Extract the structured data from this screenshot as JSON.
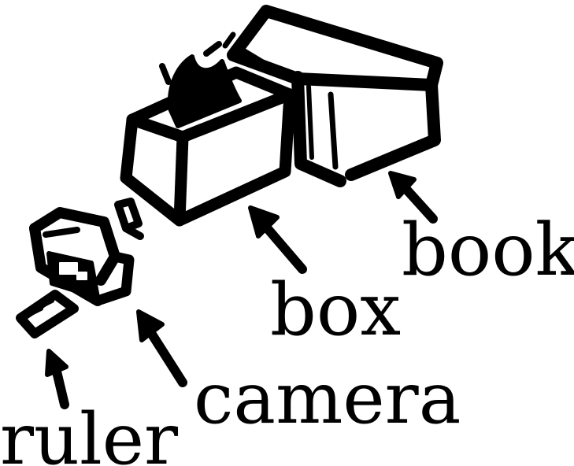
{
  "labels": {
    "book": "book",
    "box": "box",
    "camera": "camera",
    "ruler": "ruler"
  },
  "colors": {
    "ink": "#000000",
    "paper": "#ffffff"
  }
}
